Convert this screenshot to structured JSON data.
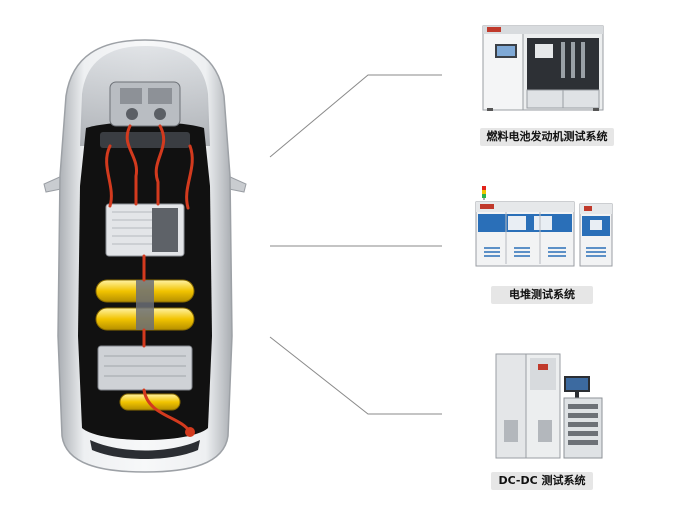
{
  "systems": [
    {
      "label": "燃料电池发动机测试系统"
    },
    {
      "label": "电堆测试系统"
    },
    {
      "label": "DC-DC 测试系统"
    }
  ],
  "colors": {
    "caption_bg": "#e6e6e6",
    "caption_text": "#111111",
    "leader_line": "#8a8a8a",
    "wiring": "#d33a1e",
    "hydrogen_tank": "#f2c400",
    "car_body": "#d9dbde",
    "car_interior": "#111111"
  }
}
